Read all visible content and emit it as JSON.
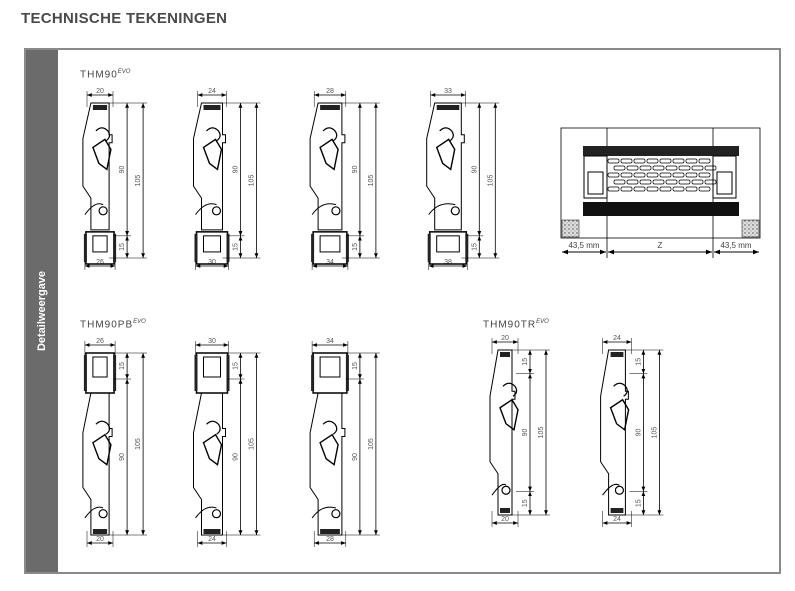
{
  "title": "TECHNISCHE TEKENINGEN",
  "sidebar_label": "Detailweergave",
  "groups": [
    {
      "name": "THM90",
      "suffix": "EVO",
      "type": "bottom-seal",
      "profiles": [
        {
          "top": "20",
          "bottom": "26"
        },
        {
          "top": "24",
          "bottom": "30"
        },
        {
          "top": "28",
          "bottom": "34"
        },
        {
          "top": "33",
          "bottom": "38"
        }
      ],
      "dims": {
        "inner": "90",
        "total": "105",
        "seal": "15"
      }
    },
    {
      "name": "THM90PB",
      "suffix": "EVO",
      "type": "top-seal",
      "profiles": [
        {
          "top": "26",
          "bottom": "20"
        },
        {
          "top": "30",
          "bottom": "24"
        },
        {
          "top": "34",
          "bottom": "28"
        }
      ],
      "dims": {
        "inner": "90",
        "total": "105",
        "seal": "15"
      }
    },
    {
      "name": "THM90TR",
      "suffix": "EVO",
      "type": "double",
      "profiles": [
        {
          "top": "20",
          "bottom": "20"
        },
        {
          "top": "24",
          "bottom": "24"
        }
      ],
      "dims": {
        "inner": "90",
        "total": "105",
        "seal": "15"
      }
    }
  ],
  "section": {
    "left": "43,5 mm",
    "middle": "Z",
    "right": "43,5 mm"
  }
}
